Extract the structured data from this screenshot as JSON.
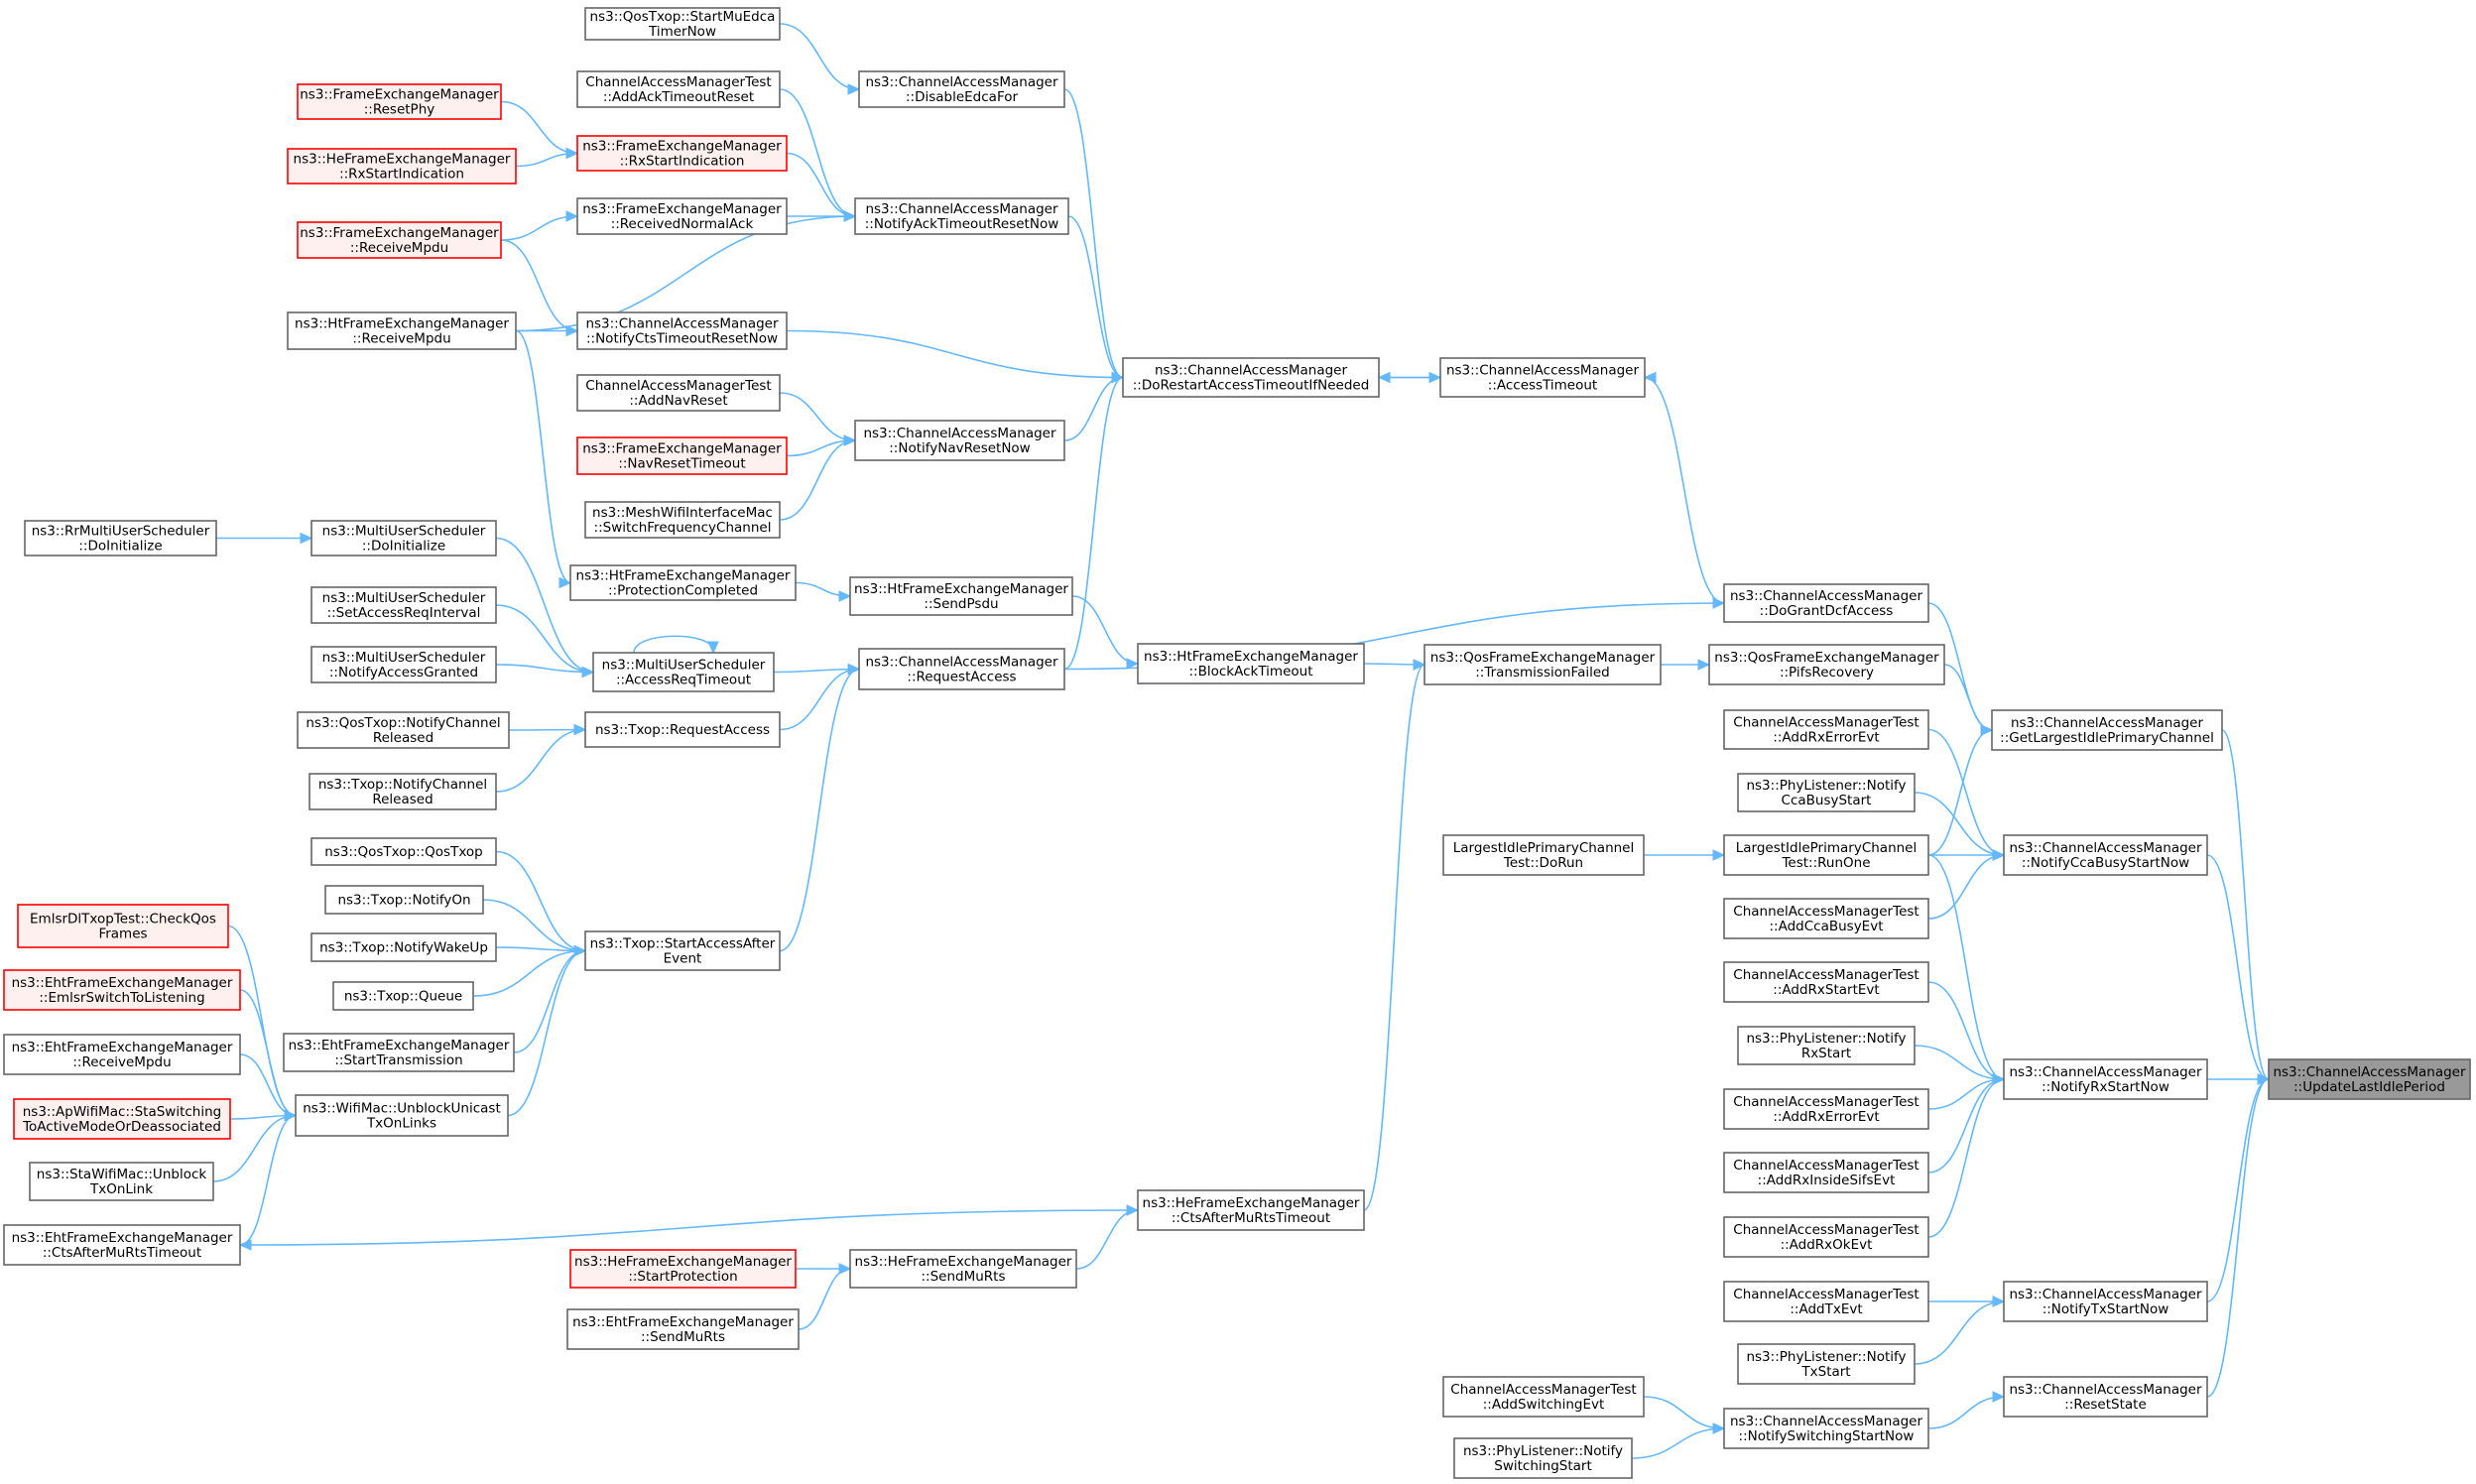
{
  "colors": {
    "edge": "#63b8ff",
    "node_border": "#666666",
    "node_fill": "#ffffff",
    "root_fill": "#999999",
    "root_border": "#666666",
    "highlight_border": "#ff0000",
    "highlight_fill": "#fff0f0"
  },
  "nodes": {
    "n_root": {
      "lines": [
        "ns3::ChannelAccessManager",
        "::UpdateLastIdlePeriod"
      ],
      "style": "root"
    },
    "n_qos_startmu": {
      "lines": [
        "ns3::QosTxop::StartMuEdca",
        "TimerNow"
      ],
      "style": "normal"
    },
    "n_disableedca": {
      "lines": [
        "ns3::ChannelAccessManager",
        "::DisableEdcaFor"
      ],
      "style": "normal"
    },
    "n_cam_test_ack": {
      "lines": [
        "ChannelAccessManagerTest",
        "::AddAckTimeoutReset"
      ],
      "style": "normal"
    },
    "n_fem_resetphy": {
      "lines": [
        "ns3::FrameExchangeManager",
        "::ResetPhy"
      ],
      "style": "red"
    },
    "n_fem_rxstart": {
      "lines": [
        "ns3::FrameExchangeManager",
        "::RxStartIndication"
      ],
      "style": "red"
    },
    "n_hefem_rxstart": {
      "lines": [
        "ns3::HeFrameExchangeManager",
        "::RxStartIndication"
      ],
      "style": "red"
    },
    "n_fem_recvnormalack": {
      "lines": [
        "ns3::FrameExchangeManager",
        "::ReceivedNormalAck"
      ],
      "style": "normal"
    },
    "n_notifyacktimeout": {
      "lines": [
        "ns3::ChannelAccessManager",
        "::NotifyAckTimeoutResetNow"
      ],
      "style": "normal"
    },
    "n_fem_receivempdu": {
      "lines": [
        "ns3::FrameExchangeManager",
        "::ReceiveMpdu"
      ],
      "style": "red"
    },
    "n_htfem_receivempdu": {
      "lines": [
        "ns3::HtFrameExchangeManager",
        "::ReceiveMpdu"
      ],
      "style": "normal"
    },
    "n_notifyctstimeout": {
      "lines": [
        "ns3::ChannelAccessManager",
        "::NotifyCtsTimeoutResetNow"
      ],
      "style": "normal"
    },
    "n_dorestart": {
      "lines": [
        "ns3::ChannelAccessManager",
        "::DoRestartAccessTimeoutIfNeeded"
      ],
      "style": "normal"
    },
    "n_accesstimeout": {
      "lines": [
        "ns3::ChannelAccessManager",
        "::AccessTimeout"
      ],
      "style": "normal"
    },
    "n_cam_test_nav": {
      "lines": [
        "ChannelAccessManagerTest",
        "::AddNavReset"
      ],
      "style": "normal"
    },
    "n_fem_navreset": {
      "lines": [
        "ns3::FrameExchangeManager",
        "::NavResetTimeout"
      ],
      "style": "red"
    },
    "n_notifynavreset": {
      "lines": [
        "ns3::ChannelAccessManager",
        "::NotifyNavResetNow"
      ],
      "style": "normal"
    },
    "n_mesh_switch": {
      "lines": [
        "ns3::MeshWifiInterfaceMac",
        "::SwitchFrequencyChannel"
      ],
      "style": "normal"
    },
    "n_rrmus_doinit": {
      "lines": [
        "ns3::RrMultiUserScheduler",
        "::DoInitialize"
      ],
      "style": "normal"
    },
    "n_mus_doinit": {
      "lines": [
        "ns3::MultiUserScheduler",
        "::DoInitialize"
      ],
      "style": "normal"
    },
    "n_htfem_protcompleted": {
      "lines": [
        "ns3::HtFrameExchangeManager",
        "::ProtectionCompleted"
      ],
      "style": "normal"
    },
    "n_htfem_sendpsdu": {
      "lines": [
        "ns3::HtFrameExchangeManager",
        "::SendPsdu"
      ],
      "style": "normal"
    },
    "n_dogrant": {
      "lines": [
        "ns3::ChannelAccessManager",
        "::DoGrantDcfAccess"
      ],
      "style": "normal"
    },
    "n_mus_setaccessreq": {
      "lines": [
        "ns3::MultiUserScheduler",
        "::SetAccessReqInterval"
      ],
      "style": "normal"
    },
    "n_mus_notifygranted": {
      "lines": [
        "ns3::MultiUserScheduler",
        "::NotifyAccessGranted"
      ],
      "style": "normal"
    },
    "n_mus_accessreqtimeout": {
      "lines": [
        "ns3::MultiUserScheduler",
        "::AccessReqTimeout"
      ],
      "style": "normal"
    },
    "n_requestaccess": {
      "lines": [
        "ns3::ChannelAccessManager",
        "::RequestAccess"
      ],
      "style": "normal"
    },
    "n_htfem_blockack": {
      "lines": [
        "ns3::HtFrameExchangeManager",
        "::BlockAckTimeout"
      ],
      "style": "normal"
    },
    "n_qosfem_txfailed": {
      "lines": [
        "ns3::QosFrameExchangeManager",
        "::TransmissionFailed"
      ],
      "style": "normal"
    },
    "n_qosfem_pifs": {
      "lines": [
        "ns3::QosFrameExchangeManager",
        "::PifsRecovery"
      ],
      "style": "normal"
    },
    "n_getlargest": {
      "lines": [
        "ns3::ChannelAccessManager",
        "::GetLargestIdlePrimaryChannel"
      ],
      "style": "normal"
    },
    "n_qostxop_notifych": {
      "lines": [
        "ns3::QosTxop::NotifyChannel",
        "Released"
      ],
      "style": "normal"
    },
    "n_txop_requestaccess": {
      "lines": [
        "ns3::Txop::RequestAccess"
      ],
      "style": "normal"
    },
    "n_txop_notifych": {
      "lines": [
        "ns3::Txop::NotifyChannel",
        "Released"
      ],
      "style": "normal"
    },
    "n_cam_test_rxerr1": {
      "lines": [
        "ChannelAccessManagerTest",
        "::AddRxErrorEvt"
      ],
      "style": "normal"
    },
    "n_phy_ccabusy": {
      "lines": [
        "ns3::PhyListener::Notify",
        "CcaBusyStart"
      ],
      "style": "normal"
    },
    "n_largest_dorun": {
      "lines": [
        "LargestIdlePrimaryChannel",
        "Test::DoRun"
      ],
      "style": "normal"
    },
    "n_largest_runone": {
      "lines": [
        "LargestIdlePrimaryChannel",
        "Test::RunOne"
      ],
      "style": "normal"
    },
    "n_notifyccabusy": {
      "lines": [
        "ns3::ChannelAccessManager",
        "::NotifyCcaBusyStartNow"
      ],
      "style": "normal"
    },
    "n_cam_test_ccabusy": {
      "lines": [
        "ChannelAccessManagerTest",
        "::AddCcaBusyEvt"
      ],
      "style": "normal"
    },
    "n_qostxop_qostxop": {
      "lines": [
        "ns3::QosTxop::QosTxop"
      ],
      "style": "normal"
    },
    "n_txop_notifyon": {
      "lines": [
        "ns3::Txop::NotifyOn"
      ],
      "style": "normal"
    },
    "n_txop_notifywake": {
      "lines": [
        "ns3::Txop::NotifyWakeUp"
      ],
      "style": "normal"
    },
    "n_txop_queue": {
      "lines": [
        "ns3::Txop::Queue"
      ],
      "style": "normal"
    },
    "n_txop_startaccess": {
      "lines": [
        "ns3::Txop::StartAccessAfter",
        "Event"
      ],
      "style": "normal"
    },
    "n_ehtfem_starttx": {
      "lines": [
        "ns3::EhtFrameExchangeManager",
        "::StartTransmission"
      ],
      "style": "normal"
    },
    "n_emlsr_checkqos": {
      "lines": [
        "EmlsrDlTxopTest::CheckQos",
        "Frames"
      ],
      "style": "red"
    },
    "n_ehtfem_emlsrswitch": {
      "lines": [
        "ns3::EhtFrameExchangeManager",
        "::EmlsrSwitchToListening"
      ],
      "style": "red"
    },
    "n_ehtfem_receivempdu": {
      "lines": [
        "ns3::EhtFrameExchangeManager",
        "::ReceiveMpdu"
      ],
      "style": "normal"
    },
    "n_apwifimac_sta": {
      "lines": [
        "ns3::ApWifiMac::StaSwitching",
        "ToActiveModeOrDeassociated"
      ],
      "style": "red"
    },
    "n_wifimac_unblock": {
      "lines": [
        "ns3::WifiMac::UnblockUnicast",
        "TxOnLinks"
      ],
      "style": "normal"
    },
    "n_stawifimac_unblock": {
      "lines": [
        "ns3::StaWifiMac::Unblock",
        "TxOnLink"
      ],
      "style": "normal"
    },
    "n_ehtfem_ctsafter": {
      "lines": [
        "ns3::EhtFrameExchangeManager",
        "::CtsAfterMuRtsTimeout"
      ],
      "style": "normal"
    },
    "n_hefem_ctsafter": {
      "lines": [
        "ns3::HeFrameExchangeManager",
        "::CtsAfterMuRtsTimeout"
      ],
      "style": "normal"
    },
    "n_hefem_startprot": {
      "lines": [
        "ns3::HeFrameExchangeManager",
        "::StartProtection"
      ],
      "style": "red"
    },
    "n_hefem_sendmurts": {
      "lines": [
        "ns3::HeFrameExchangeManager",
        "::SendMuRts"
      ],
      "style": "normal"
    },
    "n_ehtfem_sendmurts": {
      "lines": [
        "ns3::EhtFrameExchangeManager",
        "::SendMuRts"
      ],
      "style": "normal"
    },
    "n_cam_test_rxstart": {
      "lines": [
        "ChannelAccessManagerTest",
        "::AddRxStartEvt"
      ],
      "style": "normal"
    },
    "n_phy_rxstart": {
      "lines": [
        "ns3::PhyListener::Notify",
        "RxStart"
      ],
      "style": "normal"
    },
    "n_notifyrxstart": {
      "lines": [
        "ns3::ChannelAccessManager",
        "::NotifyRxStartNow"
      ],
      "style": "normal"
    },
    "n_cam_test_rxerr2": {
      "lines": [
        "ChannelAccessManagerTest",
        "::AddRxErrorEvt"
      ],
      "style": "normal"
    },
    "n_cam_test_rxsifs": {
      "lines": [
        "ChannelAccessManagerTest",
        "::AddRxInsideSifsEvt"
      ],
      "style": "normal"
    },
    "n_cam_test_rxok": {
      "lines": [
        "ChannelAccessManagerTest",
        "::AddRxOkEvt"
      ],
      "style": "normal"
    },
    "n_cam_test_tx": {
      "lines": [
        "ChannelAccessManagerTest",
        "::AddTxEvt"
      ],
      "style": "normal"
    },
    "n_notifytxstart": {
      "lines": [
        "ns3::ChannelAccessManager",
        "::NotifyTxStartNow"
      ],
      "style": "normal"
    },
    "n_phy_txstart": {
      "lines": [
        "ns3::PhyListener::Notify",
        "TxStart"
      ],
      "style": "normal"
    },
    "n_resetstate": {
      "lines": [
        "ns3::ChannelAccessManager",
        "::ResetState"
      ],
      "style": "normal"
    },
    "n_cam_test_switch": {
      "lines": [
        "ChannelAccessManagerTest",
        "::AddSwitchingEvt"
      ],
      "style": "normal"
    },
    "n_notifyswitching": {
      "lines": [
        "ns3::ChannelAccessManager",
        "::NotifySwitchingStartNow"
      ],
      "style": "normal"
    },
    "n_phy_switching": {
      "lines": [
        "ns3::PhyListener::Notify",
        "SwitchingStart"
      ],
      "style": "normal"
    }
  },
  "edges": [
    [
      "n_qos_startmu",
      "n_disableedca"
    ],
    [
      "n_disableedca",
      "n_dorestart"
    ],
    [
      "n_cam_test_ack",
      "n_notifyacktimeout"
    ],
    [
      "n_fem_resetphy",
      "n_fem_rxstart"
    ],
    [
      "n_hefem_rxstart",
      "n_fem_rxstart"
    ],
    [
      "n_fem_rxstart",
      "n_notifyacktimeout"
    ],
    [
      "n_fem_recvnormalack",
      "n_notifyacktimeout"
    ],
    [
      "n_fem_receivempdu",
      "n_fem_recvnormalack"
    ],
    [
      "n_htfem_receivempdu",
      "n_notifyacktimeout"
    ],
    [
      "n_notifyacktimeout",
      "n_dorestart"
    ],
    [
      "n_fem_receivempdu",
      "n_notifyctstimeout"
    ],
    [
      "n_htfem_receivempdu",
      "n_notifyctstimeout"
    ],
    [
      "n_notifyctstimeout",
      "n_dorestart"
    ],
    [
      "n_accesstimeout",
      "n_dorestart"
    ],
    [
      "n_dorestart",
      "n_accesstimeout"
    ],
    [
      "n_cam_test_nav",
      "n_notifynavreset"
    ],
    [
      "n_fem_navreset",
      "n_notifynavreset"
    ],
    [
      "n_mesh_switch",
      "n_notifynavreset"
    ],
    [
      "n_notifynavreset",
      "n_dorestart"
    ],
    [
      "n_requestaccess",
      "n_dorestart"
    ],
    [
      "n_dogrant",
      "n_accesstimeout"
    ],
    [
      "n_rrmus_doinit",
      "n_mus_doinit"
    ],
    [
      "n_mus_doinit",
      "n_mus_accessreqtimeout"
    ],
    [
      "n_htfem_receivempdu",
      "n_htfem_protcompleted"
    ],
    [
      "n_htfem_protcompleted",
      "n_htfem_sendpsdu"
    ],
    [
      "n_htfem_sendpsdu",
      "n_htfem_blockack"
    ],
    [
      "n_mus_setaccessreq",
      "n_mus_accessreqtimeout"
    ],
    [
      "n_mus_notifygranted",
      "n_mus_accessreqtimeout"
    ],
    [
      "n_mus_accessreqtimeout",
      "n_mus_accessreqtimeout"
    ],
    [
      "n_mus_accessreqtimeout",
      "n_requestaccess"
    ],
    [
      "n_txop_requestaccess",
      "n_requestaccess"
    ],
    [
      "n_txop_startaccess",
      "n_requestaccess"
    ],
    [
      "n_requestaccess",
      "n_dogrant"
    ],
    [
      "n_htfem_blockack",
      "n_qosfem_txfailed"
    ],
    [
      "n_qosfem_txfailed",
      "n_qosfem_pifs"
    ],
    [
      "n_qosfem_pifs",
      "n_getlargest"
    ],
    [
      "n_dogrant",
      "n_getlargest"
    ],
    [
      "n_getlargest",
      "n_root"
    ],
    [
      "n_qostxop_notifych",
      "n_txop_requestaccess"
    ],
    [
      "n_txop_notifych",
      "n_txop_requestaccess"
    ],
    [
      "n_cam_test_rxerr1",
      "n_notifyccabusy"
    ],
    [
      "n_phy_ccabusy",
      "n_notifyccabusy"
    ],
    [
      "n_largest_dorun",
      "n_largest_runone"
    ],
    [
      "n_largest_runone",
      "n_getlargest"
    ],
    [
      "n_largest_runone",
      "n_notifyccabusy"
    ],
    [
      "n_largest_runone",
      "n_notifyrxstart"
    ],
    [
      "n_cam_test_ccabusy",
      "n_notifyccabusy"
    ],
    [
      "n_notifyccabusy",
      "n_root"
    ],
    [
      "n_qostxop_qostxop",
      "n_txop_startaccess"
    ],
    [
      "n_txop_notifyon",
      "n_txop_startaccess"
    ],
    [
      "n_txop_notifywake",
      "n_txop_startaccess"
    ],
    [
      "n_txop_queue",
      "n_txop_startaccess"
    ],
    [
      "n_ehtfem_starttx",
      "n_txop_startaccess"
    ],
    [
      "n_wifimac_unblock",
      "n_txop_startaccess"
    ],
    [
      "n_emlsr_checkqos",
      "n_wifimac_unblock"
    ],
    [
      "n_ehtfem_emlsrswitch",
      "n_wifimac_unblock"
    ],
    [
      "n_ehtfem_receivempdu",
      "n_wifimac_unblock"
    ],
    [
      "n_apwifimac_sta",
      "n_wifimac_unblock"
    ],
    [
      "n_stawifimac_unblock",
      "n_wifimac_unblock"
    ],
    [
      "n_ehtfem_ctsafter",
      "n_wifimac_unblock"
    ],
    [
      "n_hefem_ctsafter",
      "n_ehtfem_ctsafter"
    ],
    [
      "n_hefem_ctsafter",
      "n_qosfem_txfailed"
    ],
    [
      "n_hefem_startprot",
      "n_hefem_sendmurts"
    ],
    [
      "n_ehtfem_sendmurts",
      "n_hefem_sendmurts"
    ],
    [
      "n_hefem_sendmurts",
      "n_hefem_ctsafter"
    ],
    [
      "n_cam_test_rxstart",
      "n_notifyrxstart"
    ],
    [
      "n_phy_rxstart",
      "n_notifyrxstart"
    ],
    [
      "n_cam_test_rxerr2",
      "n_notifyrxstart"
    ],
    [
      "n_cam_test_rxsifs",
      "n_notifyrxstart"
    ],
    [
      "n_cam_test_rxok",
      "n_notifyrxstart"
    ],
    [
      "n_notifyrxstart",
      "n_root"
    ],
    [
      "n_cam_test_tx",
      "n_notifytxstart"
    ],
    [
      "n_phy_txstart",
      "n_notifytxstart"
    ],
    [
      "n_notifytxstart",
      "n_root"
    ],
    [
      "n_cam_test_switch",
      "n_notifyswitching"
    ],
    [
      "n_phy_switching",
      "n_notifyswitching"
    ],
    [
      "n_notifyswitching",
      "n_resetstate"
    ],
    [
      "n_resetstate",
      "n_root"
    ]
  ]
}
